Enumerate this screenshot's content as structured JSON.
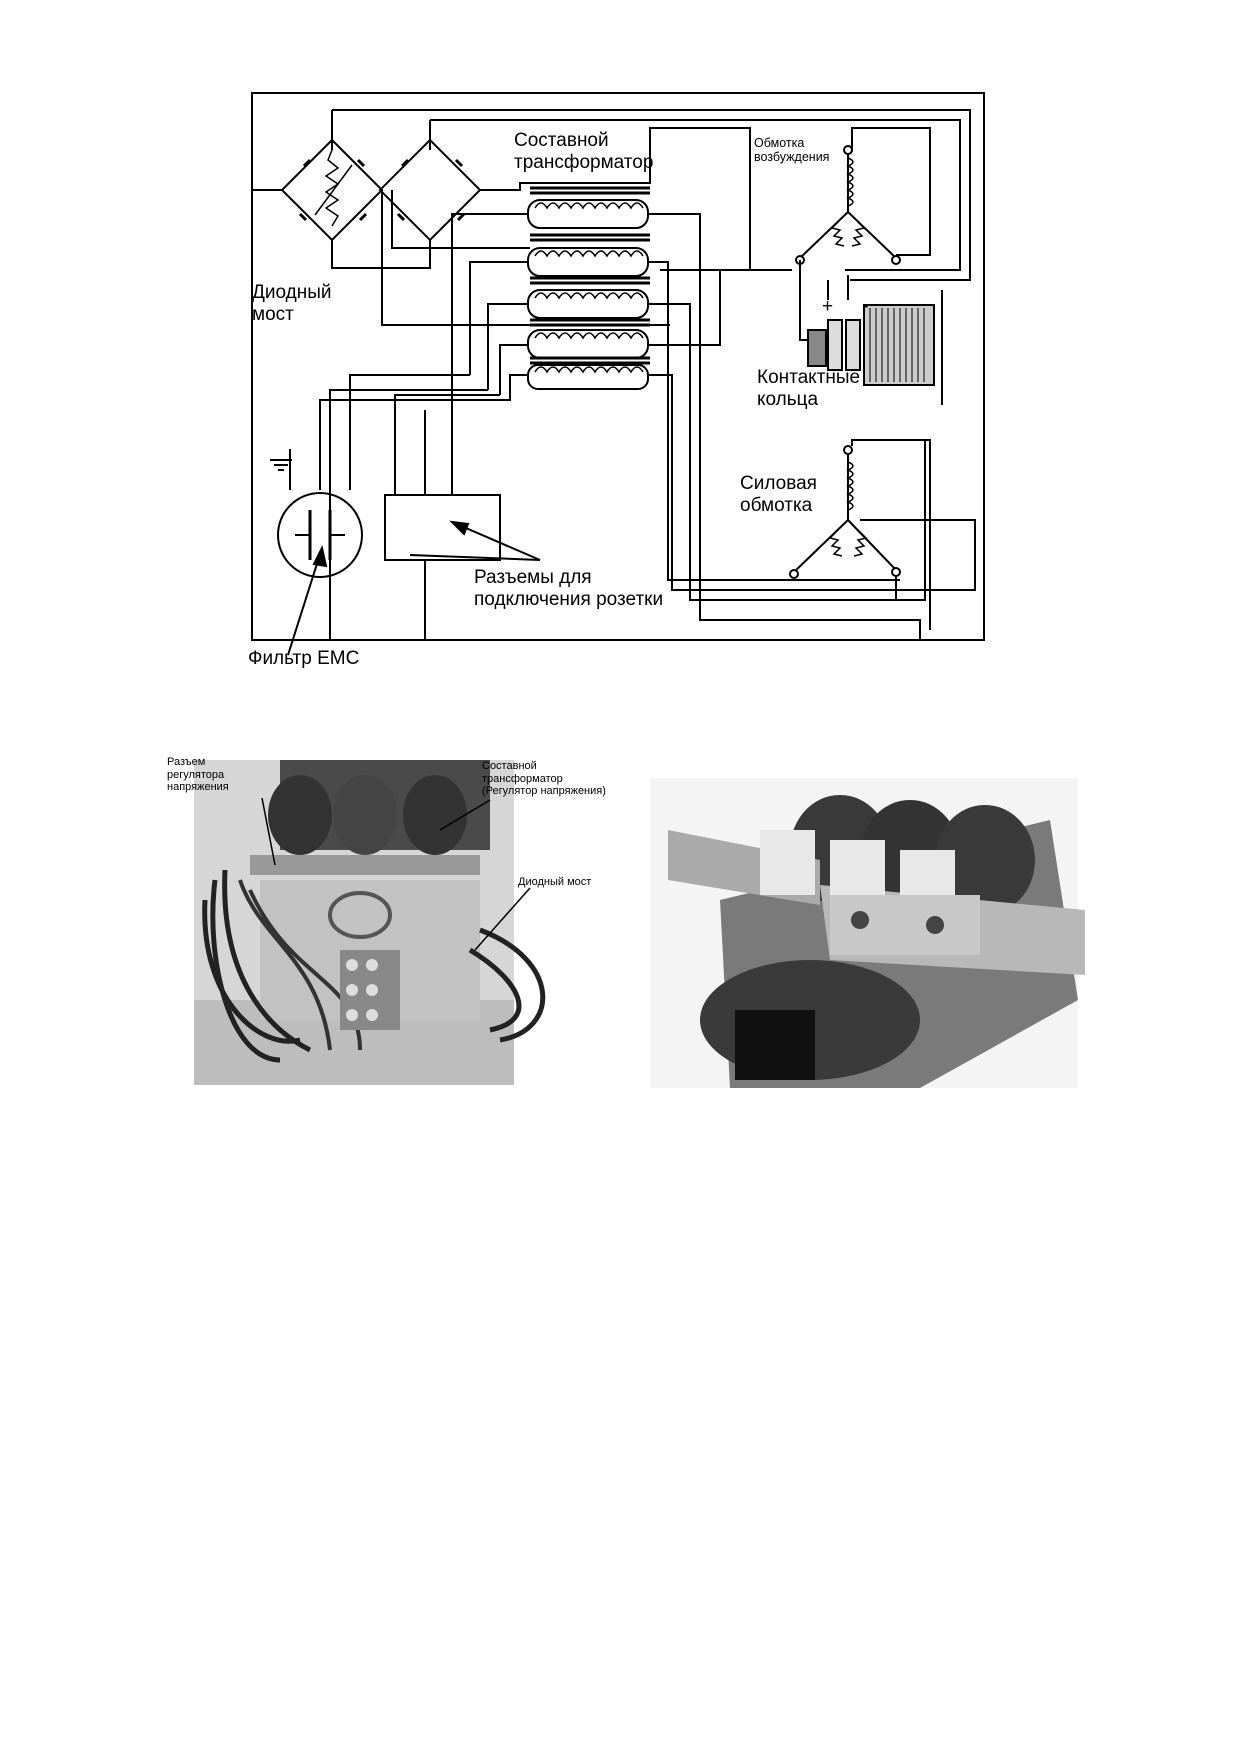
{
  "diagram": {
    "labels": {
      "composite_transformer": "Составной\nтрансформатор",
      "excitation_winding": "Обмотка\nвозбуждения",
      "diode_bridge": "Диодный\nмост",
      "slip_rings": "Контактные\nкольца",
      "power_winding": "Силовая\nобмотка",
      "socket_connectors": "Разъемы для\nподключения розетки",
      "emc_filter": "Фильтр ЕМС",
      "plus": "+",
      "minus": "-"
    }
  },
  "photo_left": {
    "labels": {
      "regulator_connector": "Разъем\nрегулятора\nнапряжения",
      "composite_transformer": "Составной\nтрансформатор\n(Регулятор напряжения)",
      "diode_bridge": "Диодный мост"
    }
  }
}
